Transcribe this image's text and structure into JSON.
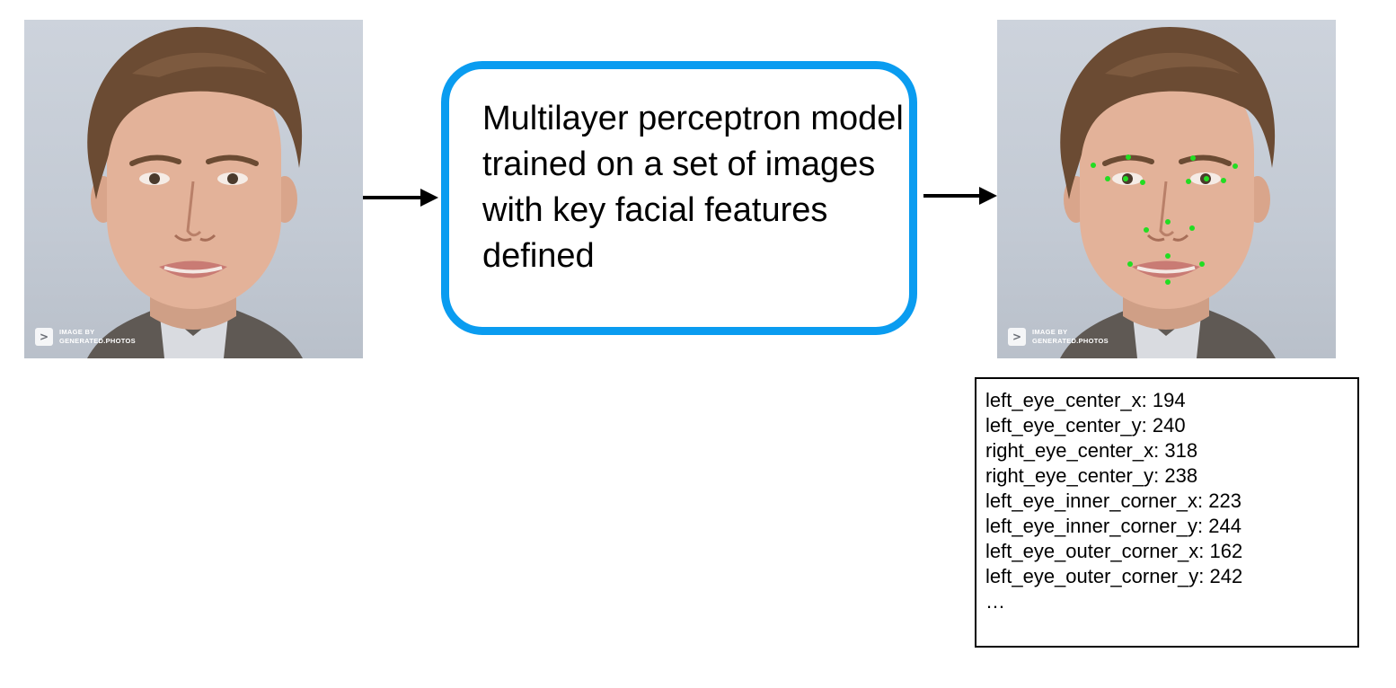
{
  "input_image": {
    "watermark": {
      "icon": ">",
      "line1": "IMAGE BY",
      "line2": "GENERATED.PHOTOS"
    }
  },
  "model_box": {
    "text": "Multilayer perceptron model trained on a set of images with key facial features defined",
    "border_color": "#0a9cf0"
  },
  "output_image": {
    "watermark": {
      "icon": ">",
      "line1": "IMAGE BY",
      "line2": "GENERATED.PHOTOS"
    },
    "keypoint_color": "#22dd22"
  },
  "output_box": {
    "lines": [
      "left_eye_center_x: 194",
      "left_eye_center_y: 240",
      "right_eye_center_x: 318",
      "right_eye_center_y: 238",
      "left_eye_inner_corner_x: 223",
      "left_eye_inner_corner_y: 244",
      "left_eye_outer_corner_x: 162",
      "left_eye_outer_corner_y: 242",
      "…"
    ]
  },
  "arrow_color": "#000000"
}
